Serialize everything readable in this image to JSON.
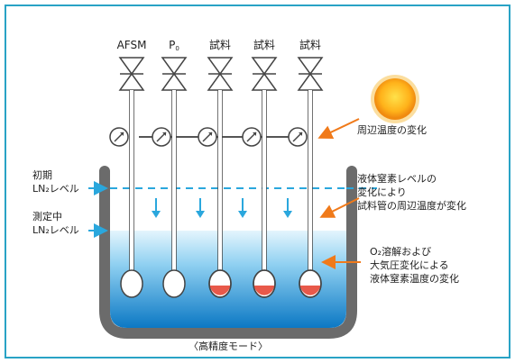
{
  "colors": {
    "frame": "#29a3c5",
    "pipe": "#555555",
    "dewar": "#6b6b6b",
    "liquid_top": "#d8f0fb",
    "liquid_bottom": "#0a78c2",
    "dashed_level": "#2aa7dd",
    "measure_arrow": "#2aa7dd",
    "annotation_arrow": "#f07a1a",
    "sample": "#e8594a",
    "sun_outer": "#f4a020",
    "sun_inner": "#ffd21f"
  },
  "valve_labels": [
    "AFSM",
    "P",
    "試料",
    "試料",
    "試料"
  ],
  "p0_subscript": "0",
  "left_labels": {
    "initial_line1": "初期",
    "initial_line2": "LN₂レベル",
    "measuring_line1": "測定中",
    "measuring_line2": "LN₂レベル"
  },
  "right_labels": {
    "ambient": "周辺温度の変化",
    "level_line1": "液体窒素レベルの",
    "level_line2": "変化により",
    "level_line3": "試料管の周辺温度が変化",
    "o2_line1": "O₂溶解および",
    "o2_line2": "大気圧変化による",
    "o2_line3": "液体窒素温度の変化"
  },
  "caption": "〈高精度モード〉",
  "icons": [
    "valve-icon",
    "pressure-gauge-icon",
    "sun-icon",
    "down-arrow-icon"
  ]
}
